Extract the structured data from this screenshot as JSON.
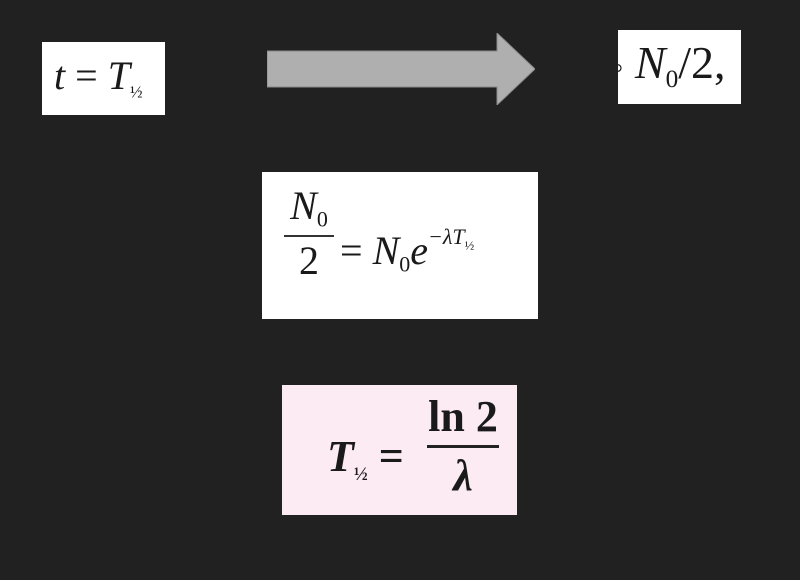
{
  "slide": {
    "background": "#212121",
    "top_left_formula": {
      "lhs": "t",
      "eq": "=",
      "rhs_symbol": "T",
      "rhs_subscript": "½"
    },
    "arrow": {
      "direction": "right",
      "color": "#afafaf"
    },
    "top_right_formula": {
      "leading_fragment": "◦",
      "symbol": "N",
      "subscript": "0",
      "rest": "/2,"
    },
    "middle_equation": {
      "fraction_numerator_symbol": "N",
      "fraction_numerator_subscript": "0",
      "fraction_denominator": "2",
      "eq": "=",
      "rhs_symbol": "N",
      "rhs_subscript": "0",
      "base": "e",
      "exponent": "−λT",
      "exponent_subscript": "½"
    },
    "bottom_equation": {
      "background": "#fcebf2",
      "lhs_symbol": "T",
      "lhs_subscript": "½",
      "eq": "=",
      "numerator": "ln 2",
      "denominator": "λ"
    }
  }
}
